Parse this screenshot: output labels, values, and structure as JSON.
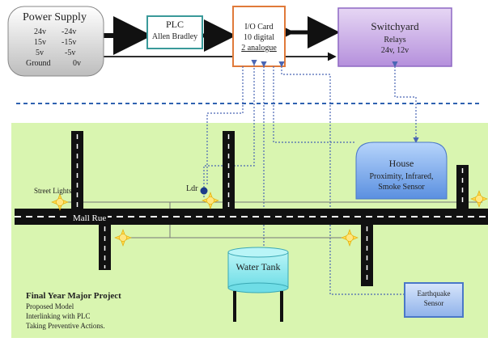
{
  "power_supply": {
    "title": "Power Supply",
    "rows": [
      {
        "left": "24v",
        "right": "-24v"
      },
      {
        "left": "15v",
        "right": "-15v"
      },
      {
        "left": "5v",
        "right": "-5v"
      },
      {
        "left": "Ground",
        "right": "0v"
      }
    ]
  },
  "plc": {
    "title": "PLC",
    "subtitle": "Allen Bradley"
  },
  "io_card": {
    "title": "I/O Card",
    "line2": "10 digital",
    "line3": "2 analogue"
  },
  "switchyard": {
    "title": "Switchyard",
    "line2": "Relays",
    "line3": "24v, 12v"
  },
  "house": {
    "title": "House",
    "line2": "Proximity, Infrared,",
    "line3": "Smoke Sensor"
  },
  "water_tank": {
    "label": "Water Tank"
  },
  "earthquake": {
    "line1": "Earthquake",
    "line2": "Sensor"
  },
  "labels": {
    "street_lights": "Street Lights",
    "ldr": "Ldr",
    "mall_rue": "Mall Rue"
  },
  "project": {
    "title": "Final Year Major Project",
    "lines": [
      "Proposed Model",
      "Interlinking with PLC",
      "Taking Preventive Actions."
    ]
  },
  "colors": {
    "ground": "#d9f5b0",
    "road": "#111111",
    "plc_border": "#3a9a9a",
    "io_border": "#e07a3a",
    "switchyard_fill": "#c9a8e6",
    "house_fill": "#7fb0ee",
    "tank_fill": "#8fe8ee",
    "divider": "#2f62b0",
    "wire": "#4a66b4",
    "lamp": "#ffd94a"
  },
  "icons": [
    "sun-lamp-icon",
    "ldr-sensor-icon"
  ]
}
